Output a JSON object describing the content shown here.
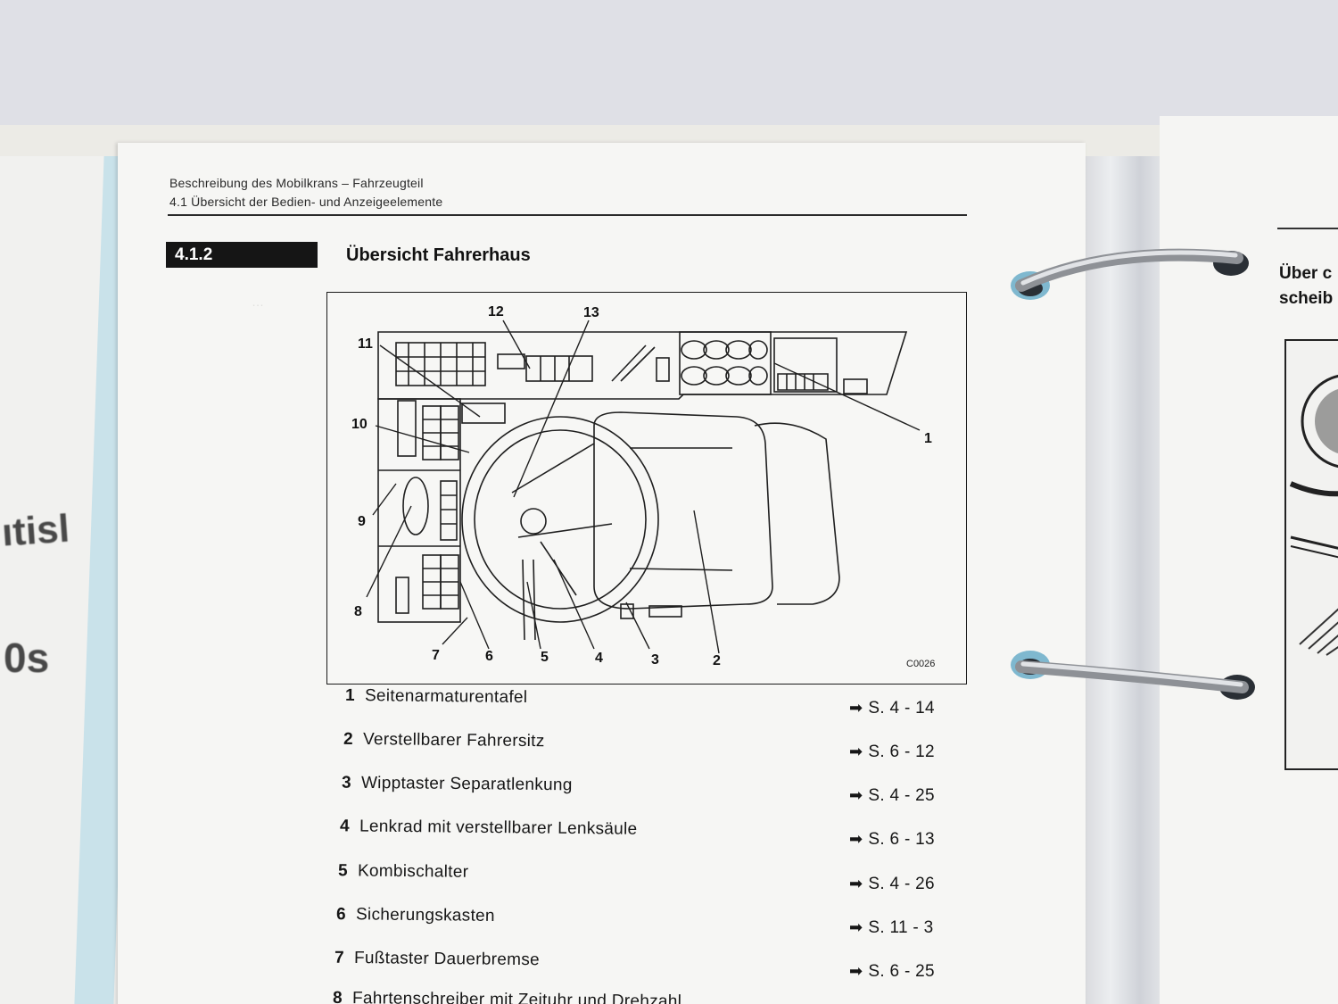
{
  "header": {
    "line1": "Beschreibung des Mobilkrans – Fahrzeugteil",
    "line2": "4.1 Übersicht der Bedien- und Anzeigeelemente"
  },
  "section": {
    "number": "4.1.2",
    "title": "Übersicht Fahrerhaus"
  },
  "figure": {
    "code": "C0026",
    "callouts": [
      "1",
      "2",
      "3",
      "4",
      "5",
      "6",
      "7",
      "8",
      "9",
      "10",
      "11",
      "12",
      "13"
    ]
  },
  "items": [
    {
      "num": "1",
      "label": "Seitenarmaturentafel",
      "ref": "S. 4 - 14"
    },
    {
      "num": "2",
      "label": "Verstellbarer Fahrersitz",
      "ref": "S. 6 - 12"
    },
    {
      "num": "3",
      "label": "Wipptaster Separatlenkung",
      "ref": "S. 4 - 25"
    },
    {
      "num": "4",
      "label": "Lenkrad mit verstellbarer Lenksäule",
      "ref": "S. 6 - 13"
    },
    {
      "num": "5",
      "label": "Kombischalter",
      "ref": "S. 4 - 26"
    },
    {
      "num": "6",
      "label": "Sicherungskasten",
      "ref": "S. 11 - 3"
    },
    {
      "num": "7",
      "label": "Fußtaster Dauerbremse",
      "ref": "S. 6 - 25"
    },
    {
      "num": "8",
      "label": "Fahrtenschreiber mit Zeituhr und Drehzahl..."
    }
  ],
  "right_page": {
    "line1": "Über c",
    "line2": "scheib"
  },
  "left_page": {
    "frag1": "ıtisl",
    "frag2": "0s"
  },
  "colors": {
    "ink": "#161616",
    "badge_bg": "#151515",
    "paper": "#f6f6f4",
    "tab": "#c9e2ea"
  }
}
